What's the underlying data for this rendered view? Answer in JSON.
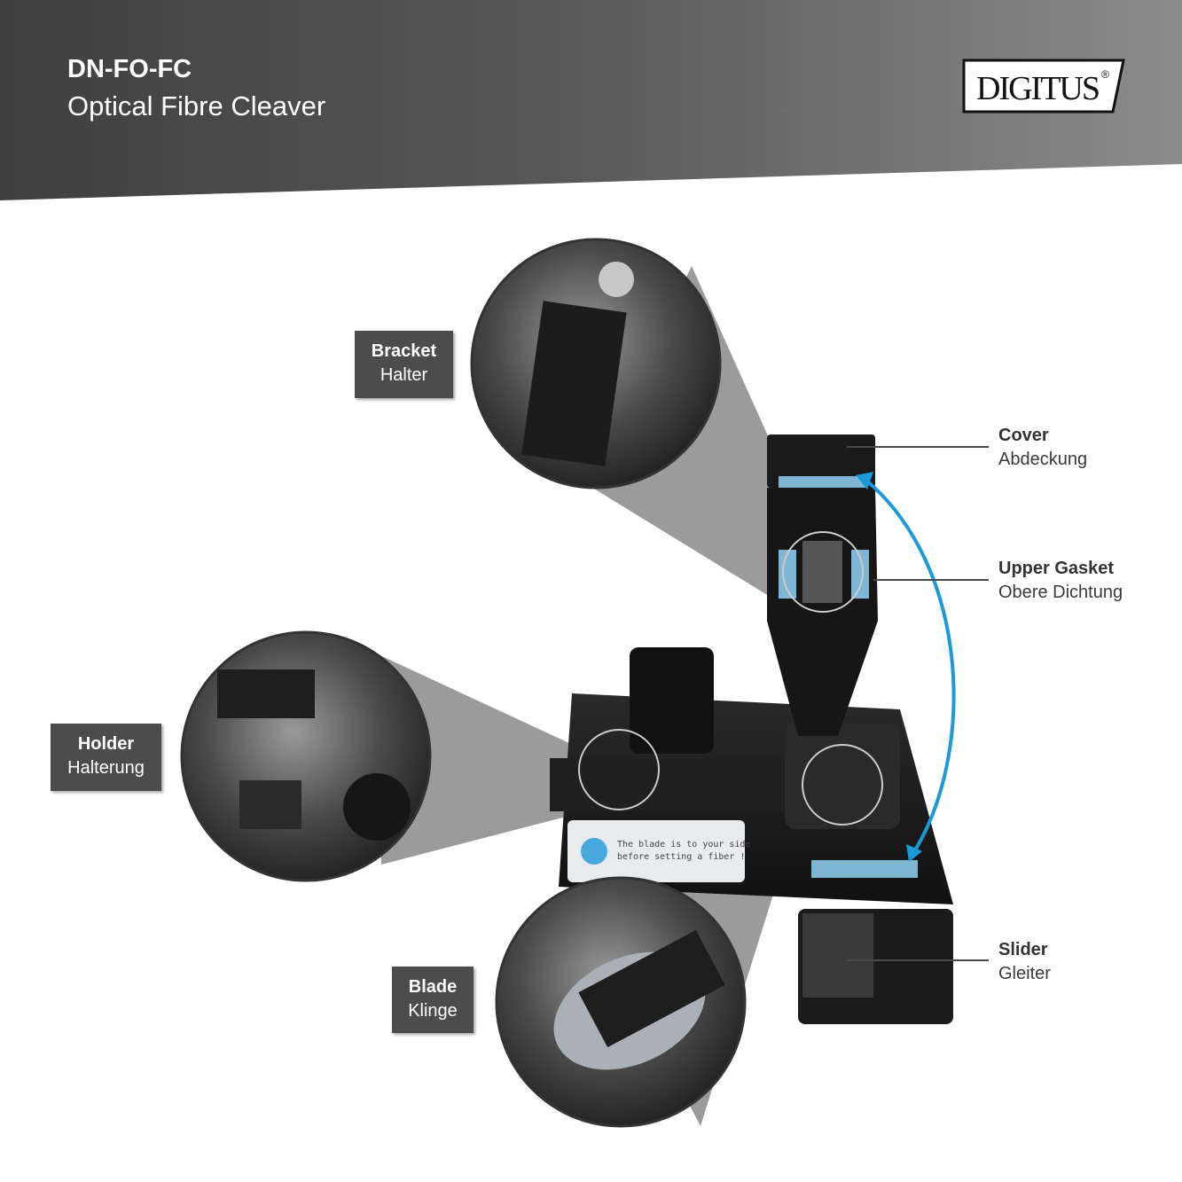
{
  "header": {
    "model": "DN-FO-FC",
    "product": "Optical Fibre Cleaver"
  },
  "brand": {
    "logo_text": "DIGITUS",
    "registered": "®"
  },
  "callouts": {
    "bracket": {
      "en": "Bracket",
      "de": "Halter"
    },
    "holder": {
      "en": "Holder",
      "de": "Halterung"
    },
    "blade": {
      "en": "Blade",
      "de": "Klinge"
    },
    "cover": {
      "en": "Cover",
      "de": "Abdeckung"
    },
    "upper_gasket": {
      "en": "Upper Gasket",
      "de": "Obere Dichtung"
    },
    "slider": {
      "en": "Slider",
      "de": "Gleiter"
    }
  },
  "device_label": {
    "line1": "The blade is to your side",
    "line2": "before setting a fiber !"
  },
  "colors": {
    "accent_blue": "#1a9ad9",
    "gasket_blue": "#7fb6d4",
    "tag_bg": "#4c4c4c"
  }
}
